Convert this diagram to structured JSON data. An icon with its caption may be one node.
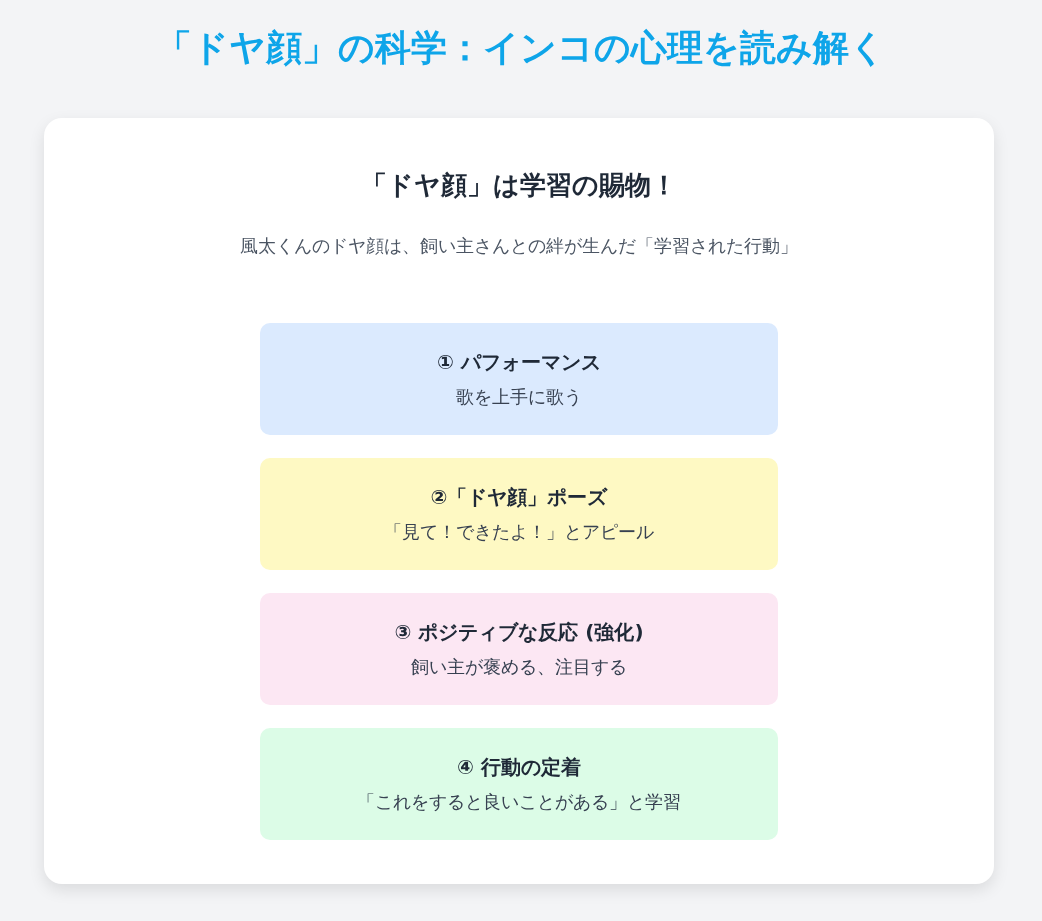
{
  "diagram": {
    "title": "「ドヤ顔」の科学：インコの心理を読み解く",
    "nodes": [
      {
        "text": [
          "「ドヤ顔」は学習の賜物！",
          "風太くんのドヤ顔は、飼い主さんとの絆が生んだ「学習された行動」"
        ]
      },
      {
        "text": [
          "① パフォーマンス",
          "歌を上手に歌う"
        ],
        "in": 0
      },
      {
        "text": [
          "②「ドヤ顔」ポーズ",
          "「見て！できたよ！」とアピール"
        ],
        "in": 0
      },
      {
        "text": [
          "③ ポジティブな反応 (強化)",
          "飼い主が褒める、注目する"
        ],
        "in": 0
      },
      {
        "text": [
          "④ 行動の定着",
          "「これをすると良いことがある」と学習"
        ],
        "in": 0
      }
    ],
    "edges": []
  }
}
